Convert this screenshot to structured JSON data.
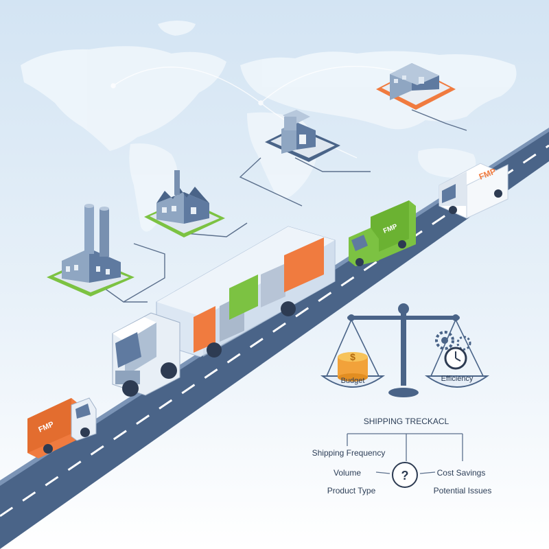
{
  "trucks": {
    "main_logo": "",
    "back_van_logo": "FMP",
    "green_truck_logo": "FMP",
    "orange_truck_logo": "FMP"
  },
  "scale": {
    "left_label": "Budget",
    "right_label": "Efficiency",
    "coin_symbol": "$"
  },
  "decision_tree": {
    "title": "SHIPPING TRECKACL",
    "center_symbol": "?",
    "left_items": [
      "Shipping Frequency",
      "Volume",
      "Product Type"
    ],
    "right_items": [
      "Cost Savings",
      "Potential Issues"
    ]
  },
  "colors": {
    "accent_orange": "#f07b3f",
    "accent_green": "#7cc242",
    "road": "#4a6488",
    "map": "#d6e6f3"
  }
}
